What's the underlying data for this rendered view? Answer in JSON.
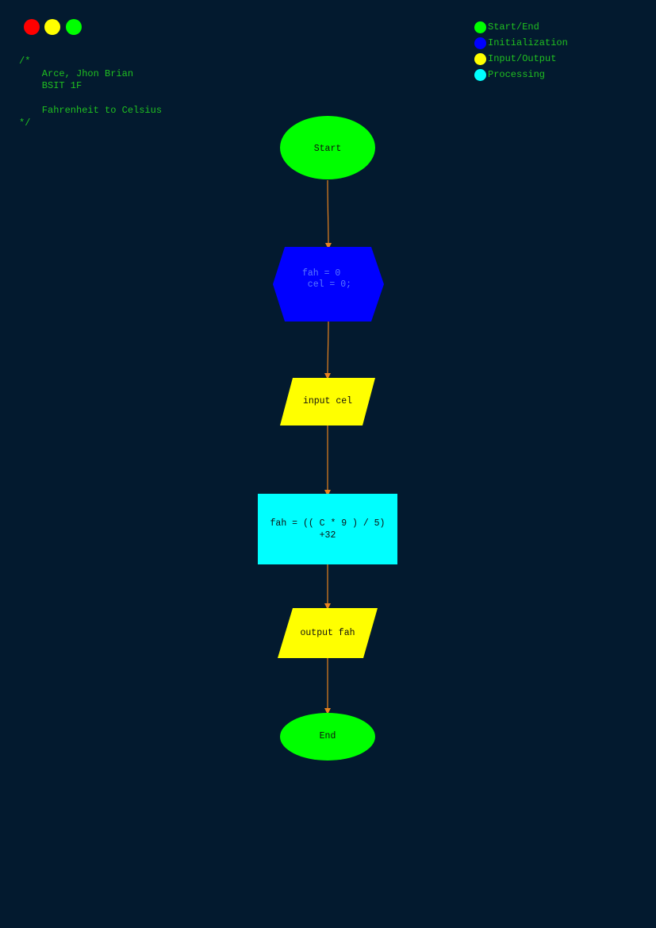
{
  "window": {
    "controls": [
      {
        "name": "close",
        "color": "#ff0000"
      },
      {
        "name": "minimize",
        "color": "#ffff00"
      },
      {
        "name": "maximize",
        "color": "#00ff00"
      }
    ]
  },
  "comment": {
    "lines": [
      "/*",
      "    Arce, Jhon Brian",
      "    BSIT 1F",
      "",
      "    Fahrenheit to Celsius",
      "*/"
    ]
  },
  "legend": [
    {
      "label": "Start/End",
      "color": "#00ff00"
    },
    {
      "label": "Initialization",
      "color": "#0000ff"
    },
    {
      "label": "Input/Output",
      "color": "#ffff00"
    },
    {
      "label": "Processing",
      "color": "#00ffff"
    }
  ],
  "flowchart": {
    "start": {
      "label": "Start",
      "color": "#00ff00"
    },
    "init": {
      "lines": [
        "fah = 0",
        "  cel = 0;"
      ],
      "color": "#0000ff"
    },
    "input": {
      "label": "input cel",
      "color": "#ffff00"
    },
    "process": {
      "lines": [
        "fah = (( C * 9 ) / 5)",
        "+32"
      ],
      "color": "#00ffff"
    },
    "output": {
      "label": "output fah",
      "color": "#ffff00"
    },
    "end": {
      "label": "End",
      "color": "#00ff00"
    },
    "arrow_color": "#e8821e"
  }
}
